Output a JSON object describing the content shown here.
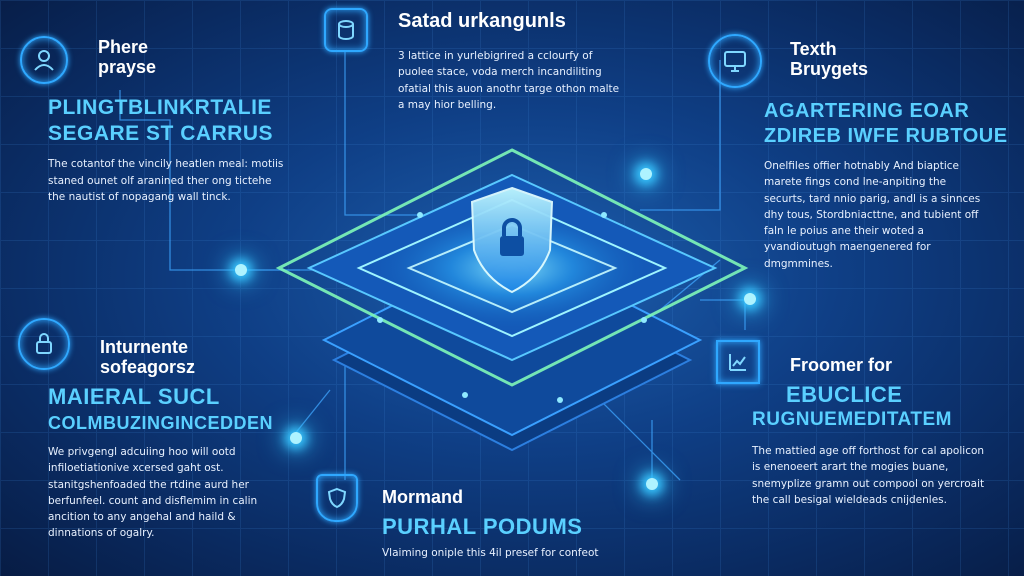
{
  "top_center": {
    "title": "Satad urkangunls",
    "body": "3 lattice in yurlebigrired a cclourfy of puolee stace, voda merch incandiliting ofatial this auon anothr targe othon malte a may hior belling."
  },
  "top_left": {
    "title_line1": "Phere",
    "title_line2": "prayse",
    "sub_line1": "PLINGTBLINKRTALIE",
    "sub_line2": "SEGARE ST CARRUS",
    "body": "The cotantof the vincily heatlen meal: motiis staned ounet olf aranined ther ong tictehe the nautist of nopagang wall tinck."
  },
  "top_right": {
    "title_line1": "Texth",
    "title_line2": "Bruygets",
    "sub_line1": "AGARTERING EOAR",
    "sub_line2": "ZDIREB IWFE RUBTOUE",
    "body": "Onelfiles offier hotnably And biaptice marete fings cond lne-anpiting the securts, tard nnio parig, andl is a sinnces dhy tous, Stordbniacttne, and tubient off faln le poius ane their woted a yvandioutugh maengenered for dmgmmines."
  },
  "mid_left": {
    "title_line1": "Inturnente",
    "title_line2": "sofeagorsz",
    "sub_line1": "MAIERAL SUCL",
    "sub_line2": "COLMBUZINGINCEDDEN",
    "body": "We privgengl adcuiing hoo will ootd infiloetiationive xcersed gaht ost. stanitgshenfoaded the rtdine aurd her berfunfeel. count and disflemim in calin ancition to any angehal and haild & dinnations of ogalry."
  },
  "mid_right": {
    "title": "Froomer for",
    "sub_line1": "EBUCLICE",
    "sub_line2": "RUGNUEMEDITATEM",
    "body": "The mattied age off forthost for cal apolicon is enenoeert arart the mogies buane, snemyplize gramn out compool on yercroait the call besigal wieldeads cnijdenles."
  },
  "bottom_center": {
    "title": "Mormand",
    "sub": "PURHAL PODUMS",
    "body": "Vlaiming oniple this 4il presef for confeot"
  },
  "colors": {
    "accent": "#5ad0ff",
    "glow": "#38c6ff",
    "green_line": "#7ff7b8",
    "background": "#0f3f86"
  }
}
